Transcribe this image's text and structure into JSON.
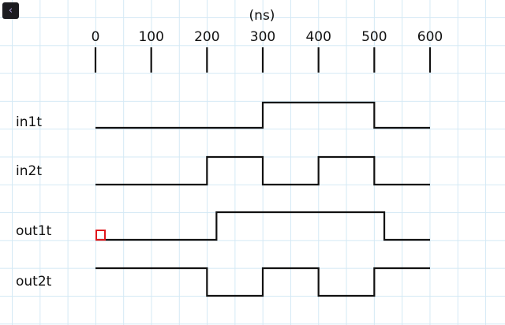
{
  "back_button": {
    "icon": "chevron-left-icon",
    "label": "‹"
  },
  "chart_data": {
    "type": "timing",
    "unit_label": "(ns)",
    "ticks": [
      "0",
      "100",
      "200",
      "300",
      "400",
      "500",
      "600"
    ],
    "tick_values": [
      0,
      100,
      200,
      300,
      400,
      500,
      600
    ],
    "xlim": [
      0,
      600
    ],
    "signals": [
      {
        "name": "in1t",
        "transitions": [
          [
            0,
            0
          ],
          [
            300,
            1
          ],
          [
            500,
            0
          ]
        ]
      },
      {
        "name": "in2t",
        "transitions": [
          [
            0,
            0
          ],
          [
            200,
            1
          ],
          [
            300,
            0
          ],
          [
            400,
            1
          ],
          [
            500,
            0
          ]
        ]
      },
      {
        "name": "out1t",
        "transitions": [
          [
            0,
            0
          ],
          [
            217,
            1
          ],
          [
            518,
            0
          ]
        ]
      },
      {
        "name": "out2t",
        "transitions": [
          [
            0,
            1
          ],
          [
            200,
            0
          ],
          [
            300,
            1
          ],
          [
            400,
            0
          ],
          [
            500,
            1
          ]
        ]
      }
    ]
  },
  "accent_marker_color": "#e0161b"
}
